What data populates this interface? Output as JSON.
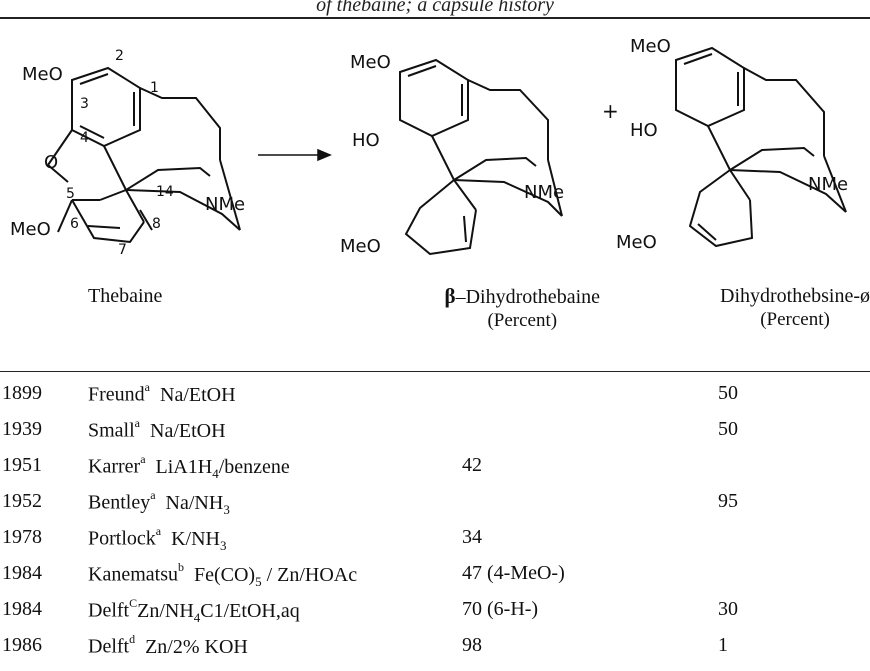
{
  "header": {
    "running_title": "of thebaine; a capsule history"
  },
  "structures": {
    "thebaine": {
      "labels": {
        "meo_top": "MeO",
        "meo_bottom": "MeO",
        "ring_o": "O",
        "nme": "NMe",
        "n1": "1",
        "n2": "2",
        "n3": "3",
        "n4": "4",
        "n5": "5",
        "n6": "6",
        "n7": "7",
        "n8": "8",
        "n14": "14"
      }
    },
    "beta": {
      "labels": {
        "meo_top": "MeO",
        "ho": "HO",
        "nme": "NMe",
        "meo_bottom": "MeO"
      }
    },
    "dihydro": {
      "labels": {
        "meo_top": "MeO",
        "ho": "HO",
        "nme": "NMe",
        "meo_bottom": "MeO"
      }
    },
    "plus": "+"
  },
  "columns": {
    "thebaine": "Thebaine",
    "beta_symbol": "β",
    "beta": "–Dihydrothebaine",
    "beta_unit": "(Percent)",
    "dihydro": "Dihydrothebsine-ø",
    "dihydro_unit": "(Percent)"
  },
  "rows": [
    {
      "year": "1899",
      "author": "Freund",
      "note": "a",
      "reagent_pre": "Na/EtOH",
      "reagent_sub": "",
      "reagent_post": "",
      "beta": "",
      "other": "50"
    },
    {
      "year": "1939",
      "author": "Small",
      "note": "a",
      "reagent_pre": "Na/EtOH",
      "reagent_sub": "",
      "reagent_post": "",
      "beta": "",
      "other": "50"
    },
    {
      "year": "1951",
      "author": "Karrer",
      "note": "a",
      "reagent_pre": "LiA1H",
      "reagent_sub": "4",
      "reagent_post": "/benzene",
      "beta": "42",
      "other": ""
    },
    {
      "year": "1952",
      "author": "Bentley",
      "note": "a",
      "reagent_pre": "Na/NH",
      "reagent_sub": "3",
      "reagent_post": "",
      "beta": "",
      "other": "95"
    },
    {
      "year": "1978",
      "author": "Portlock",
      "note": "a",
      "reagent_pre": "K/NH",
      "reagent_sub": "3",
      "reagent_post": "",
      "beta": "34",
      "other": ""
    },
    {
      "year": "1984",
      "author": "Kanematsu",
      "note": "b",
      "reagent_pre": "Fe(CO)",
      "reagent_sub": "5",
      "reagent_post": " / Zn/HOAc",
      "beta": "47 (4-MeO-)",
      "other": ""
    },
    {
      "year": "1984",
      "author": "Delft",
      "note": "C",
      "reagent_pre": "Zn/NH",
      "reagent_sub": "4",
      "reagent_post": "C1/EtOH,aq",
      "beta": "70 (6-H-)",
      "other": "30"
    },
    {
      "year": "1986",
      "author": "Delft",
      "note": "d",
      "reagent_pre": "Zn/2% KOH",
      "reagent_sub": "",
      "reagent_post": "",
      "beta": "98",
      "other": "1"
    }
  ]
}
